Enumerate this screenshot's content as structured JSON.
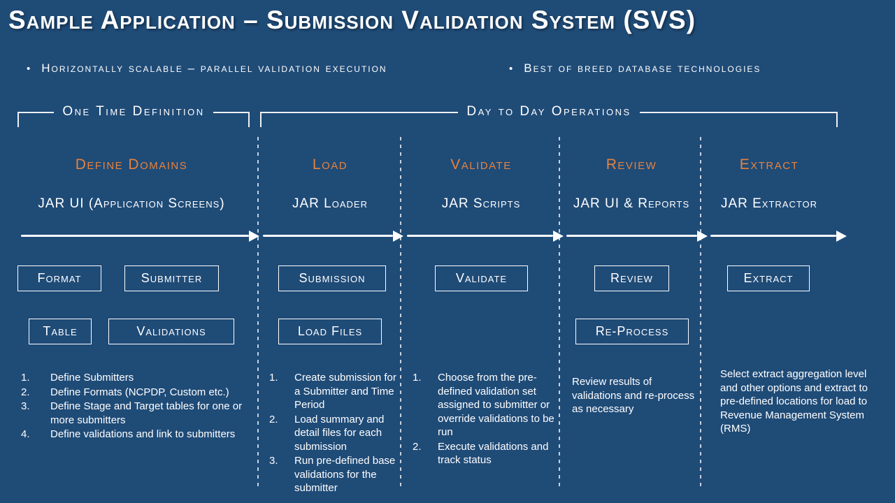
{
  "slide": {
    "title": "Sample Application – Submission Validation System (SVS)",
    "bullet_glyph": "•",
    "bullets": [
      "Horizontally scalable – parallel validation execution",
      "Best of breed database technologies"
    ],
    "sections": [
      {
        "label": "One Time Definition"
      },
      {
        "label": "Day to Day Operations"
      }
    ],
    "columns": [
      {
        "heading": "Define Domains",
        "tool": "JAR UI (Application Screens)",
        "boxes": [
          "Format",
          "Submitter",
          "Table",
          "Validations"
        ],
        "list_style": "numbered",
        "steps": [
          "Define Submitters",
          "Define Formats (NCPDP, Custom etc.)",
          "Define Stage and Target tables for one or more submitters",
          "Define validations and link to submitters"
        ]
      },
      {
        "heading": "Load",
        "tool": "JAR Loader",
        "boxes": [
          "Submission",
          "Load Files"
        ],
        "list_style": "numbered",
        "steps": [
          "Create submission for a Submitter and Time Period",
          "Load summary and detail files for each submission",
          "Run pre-defined base validations for the submitter"
        ]
      },
      {
        "heading": "Validate",
        "tool": "JAR Scripts",
        "boxes": [
          "Validate"
        ],
        "list_style": "numbered",
        "steps": [
          "Choose from the pre-defined validation set assigned to submitter or override validations to be run",
          "Execute validations and track status"
        ]
      },
      {
        "heading": "Review",
        "tool": "JAR UI & Reports",
        "boxes": [
          "Review",
          "Re-Process"
        ],
        "list_style": "paragraph",
        "note": "Review results of validations and re-process as necessary"
      },
      {
        "heading": "Extract",
        "tool": "JAR Extractor",
        "boxes": [
          "Extract"
        ],
        "list_style": "paragraph",
        "note": "Select extract aggregation level and other options and extract to pre-defined locations for load to Revenue Management System (RMS)"
      }
    ],
    "colors": {
      "background": "#1f4b77",
      "heading_accent": "#e8823c",
      "text": "#ffffff"
    }
  }
}
